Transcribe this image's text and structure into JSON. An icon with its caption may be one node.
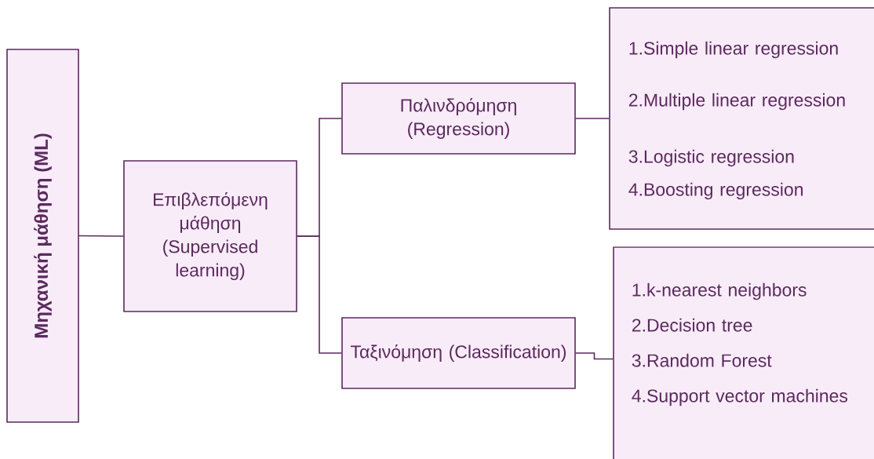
{
  "diagram": {
    "nodes": [
      {
        "text": [
          "Μηχανική μάθηση (ML)"
        ]
      },
      {
        "text": [
          "Επιβλεπόμενη μάθηση (Supervised learning)"
        ]
      },
      {
        "text": [
          "Παλινδρόμηση (Regression)"
        ]
      },
      {
        "text": [
          "Ταξινόμηση (Classification)"
        ]
      },
      {
        "text": [
          "1.Simple linear regression",
          "2.Multiple linear regression",
          "3.Logistic regression",
          "4.Boosting regression"
        ]
      },
      {
        "text": [
          "1.k-nearest neighbors",
          "2.Decision tree",
          "3.Random Forest",
          "4.Support vector machines"
        ]
      }
    ],
    "edges": [
      {
        "from": 0,
        "to": 1,
        "arrow": "none"
      },
      {
        "from": 1,
        "to": 2,
        "arrow": "none"
      },
      {
        "from": 1,
        "to": 3,
        "arrow": "none"
      },
      {
        "from": 2,
        "to": 4,
        "arrow": "none"
      },
      {
        "from": 3,
        "to": 5,
        "arrow": "none"
      }
    ]
  }
}
